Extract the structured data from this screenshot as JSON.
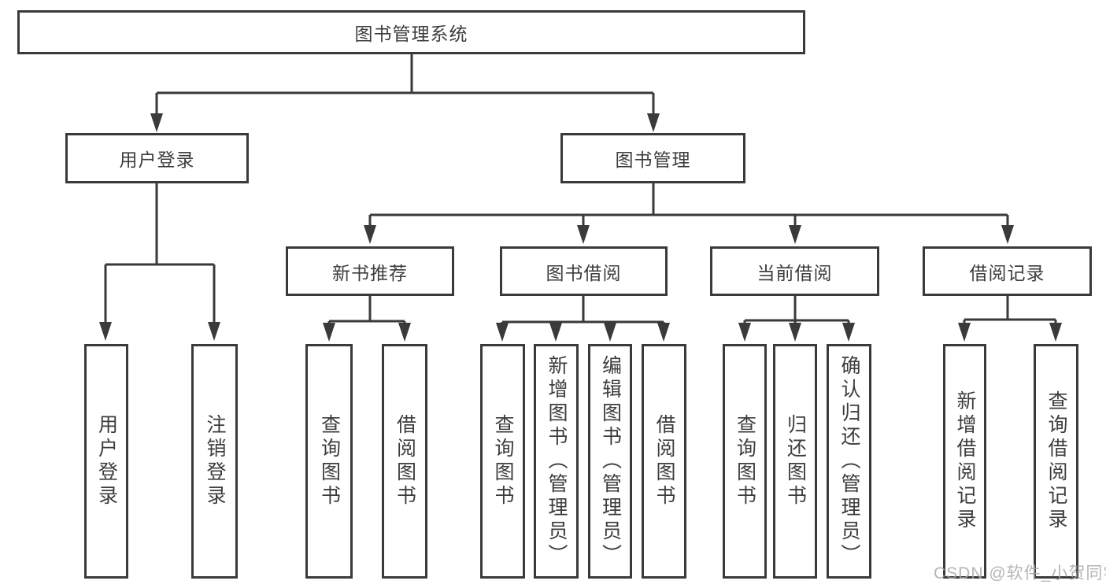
{
  "colors": {
    "line": "#3a3a3a",
    "text": "#3d3d3d",
    "border": "#3a3a3a",
    "watermark": "rgba(168,168,168,0.85)",
    "background": "#ffffff"
  },
  "watermark": {
    "text": "CSDN @软件_小贺同学"
  },
  "diagram": {
    "root": {
      "label": "图书管理系统"
    },
    "branches": [
      {
        "label": "用户登录",
        "children": [
          {
            "label": "用户登录"
          },
          {
            "label": "注销登录"
          }
        ]
      },
      {
        "label": "图书管理",
        "children": [
          {
            "label": "新书推荐",
            "children": [
              {
                "label": "查询图书"
              },
              {
                "label": "借阅图书"
              }
            ]
          },
          {
            "label": "图书借阅",
            "children": [
              {
                "label": "查询图书"
              },
              {
                "label": "新增图书（管理员）"
              },
              {
                "label": "编辑图书（管理员）"
              },
              {
                "label": "借阅图书"
              }
            ]
          },
          {
            "label": "当前借阅",
            "children": [
              {
                "label": "查询图书"
              },
              {
                "label": "归还图书"
              },
              {
                "label": "确认归还（管理员）"
              }
            ]
          },
          {
            "label": "借阅记录",
            "children": [
              {
                "label": "新增借阅记录"
              },
              {
                "label": "查询借阅记录"
              }
            ]
          }
        ]
      }
    ]
  }
}
